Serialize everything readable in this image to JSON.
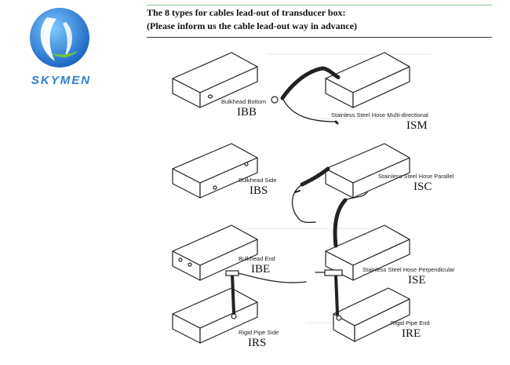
{
  "logo": {
    "brand": "SKYMEN",
    "color": "#2a7fd4"
  },
  "heading": {
    "line1": "The 8 types for cables lead-out of transducer box:",
    "line2": "(Please inform us the cable lead-out way in advance)"
  },
  "types": [
    {
      "name": "Bulkhead Bottom",
      "code": "IBB"
    },
    {
      "name": "Stainless Steel Hose Multi-directional",
      "code": "ISM"
    },
    {
      "name": "Bulkhead Side",
      "code": "IBS"
    },
    {
      "name": "Stainless Steel Hose Parallel",
      "code": "ISC"
    },
    {
      "name": "Bulkhead End",
      "code": "IBE"
    },
    {
      "name": "Stainless Steel Hose Perpendicular",
      "code": "ISE"
    },
    {
      "name": "Rigid Pipe Side",
      "code": "IRS"
    },
    {
      "name": "Rigid Pipe End",
      "code": "IRE"
    }
  ]
}
